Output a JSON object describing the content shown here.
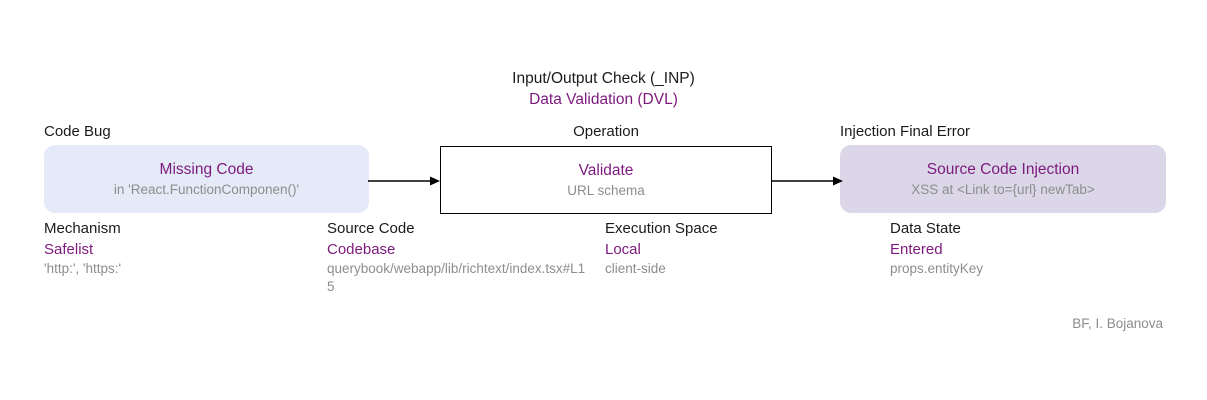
{
  "diagram": {
    "title": {
      "line1": "Input/Output Check (_INP)",
      "line2": "Data Validation (DVL)"
    },
    "nodes": [
      {
        "caption": "Code Bug",
        "title": "Missing Code",
        "subtitle": "in 'React.FunctionComponen()'",
        "fill": "#e4eaf8"
      },
      {
        "caption": "Operation",
        "title": "Validate",
        "subtitle": "URL schema",
        "fill": "#ffffff"
      },
      {
        "caption": "Injection Final Error",
        "title": "Source Code Injection",
        "subtitle": "XSS at <Link to={url} newTab>",
        "fill": "#dbd7e8"
      }
    ],
    "attributes": [
      {
        "name": "Mechanism",
        "value": "Safelist",
        "detail": "'http:', 'https:'"
      },
      {
        "name": "Source Code",
        "value": "Codebase",
        "detail": "querybook/webapp/lib/richtext/index.tsx#L15"
      },
      {
        "name": "Execution Space",
        "value": "Local",
        "detail": "client-side"
      },
      {
        "name": "Data State",
        "value": "Entered",
        "detail": "props.entityKey"
      }
    ],
    "arrows": [
      {
        "name": "arrow-code-bug-to-operation"
      },
      {
        "name": "arrow-operation-to-final-error"
      }
    ],
    "credit": "BF, I. Bojanova",
    "colors": {
      "accent_purple": "#7d1a7d",
      "detail_gray": "#8d8d8d",
      "label_black": "#1b1b1b",
      "bug_fill": "#e4eaf8",
      "error_fill": "#dbd7e8",
      "stroke": "#000000"
    }
  }
}
